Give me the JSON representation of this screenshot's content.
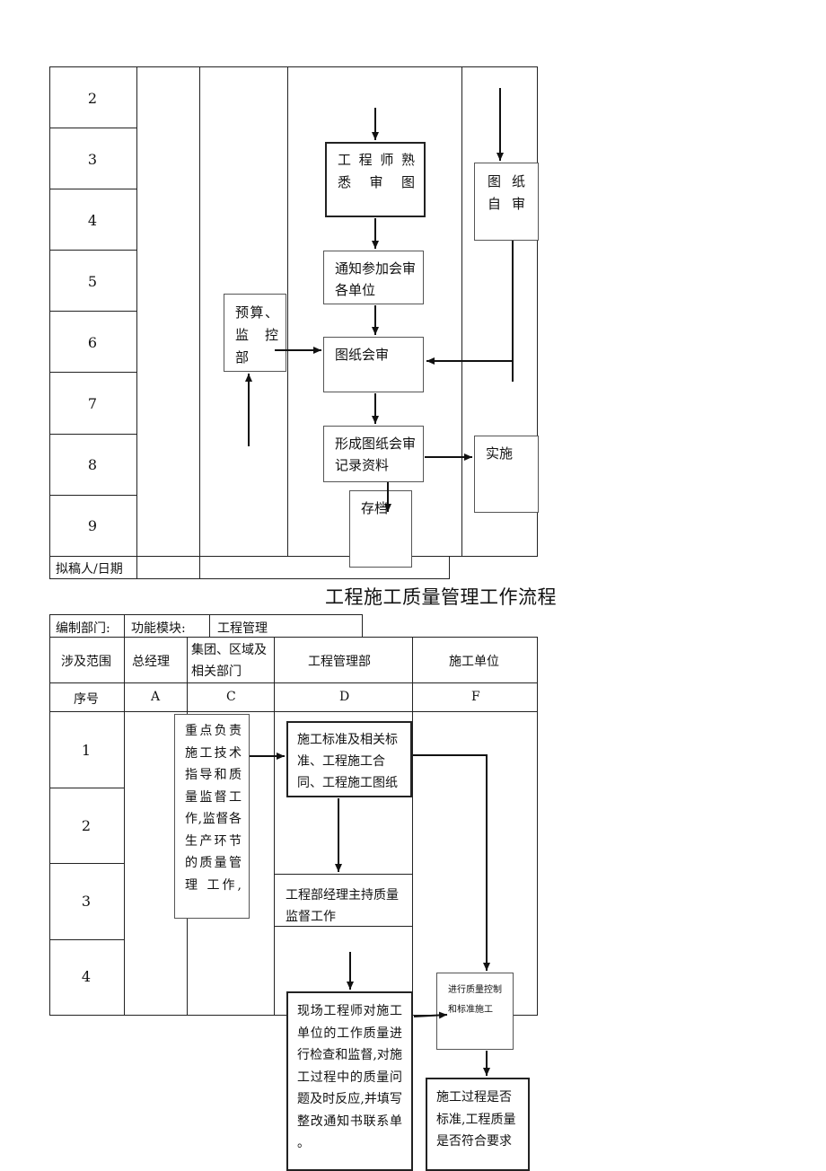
{
  "table1": {
    "rows": [
      "2",
      "3",
      "4",
      "5",
      "6",
      "7",
      "8",
      "9"
    ],
    "footer_label": "拟稿人/日期",
    "boxes": {
      "engineer_review": "工 程 师 熟 悉 审 图",
      "notify_units": "通知参加会审各单位",
      "budget_supervision": "预算、监 控 部",
      "drawing_review": "图纸会审",
      "self_review": "图 纸 自 审",
      "form_records": "形成图纸会审记录资料",
      "implement": "实施",
      "archive": "存档"
    }
  },
  "title": "工程施工质量管理工作流程",
  "table2": {
    "header": {
      "dept_label": "编制部门:",
      "module_label": "功能模块:",
      "module_value": "工程管理"
    },
    "scope_row": {
      "scope": "涉及范围",
      "general_manager": "总经理",
      "group_depts": "集团、区域及相关部门",
      "eng_dept": "工程管理部",
      "construction_unit": "施工单位"
    },
    "index_row": {
      "seq": "序号",
      "a": "A",
      "c": "C",
      "d": "D",
      "f": "F"
    },
    "rows": [
      "1",
      "2",
      "3",
      "4"
    ],
    "boxes": {
      "group_responsibility": "重点负责施工技术指导和质量监督工作,监督各生产环节的质量管 理 工作,",
      "standards": "施工标准及相关标准、工程施工合同、工程施工图纸",
      "manager_hosts": "工程部经理主持质量监督工作",
      "site_engineer": "现场工程师对施工单位的工作质量进行检查和监督,对施工过程中的质量问题及时反应,并填写整改通知书联系单 。",
      "quality_control": "进行质量控制和标准施工",
      "process_check": "施工过程是否标准,工程质量是否符合要求"
    }
  }
}
